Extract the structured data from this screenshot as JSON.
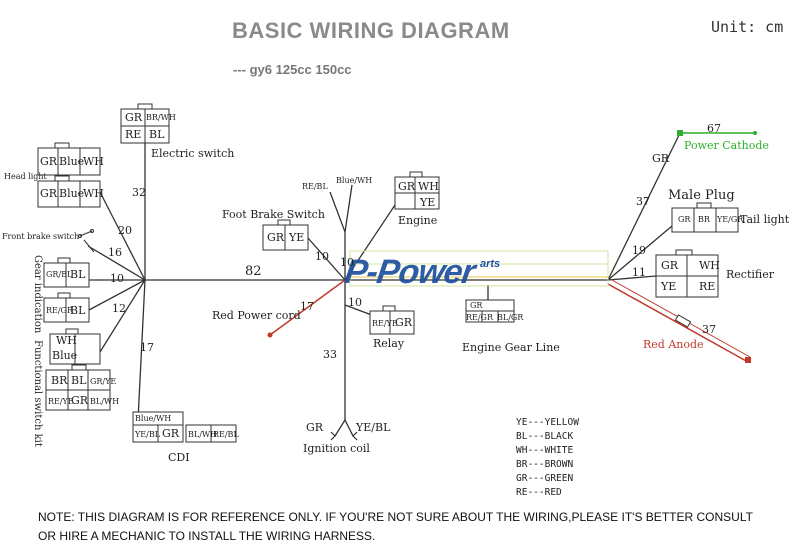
{
  "title": "BASIC WIRING DIAGRAM",
  "subtitle": "--- gy6 125cc 150cc",
  "unit": "Unit: cm",
  "note_line1": "NOTE:  THIS DIAGRAM IS FOR REFERENCE ONLY. IF YOU'RE NOT SURE ABOUT THE WIRING,PLEASE IT'S BETTER CONSULT",
  "note_line2": "OR HIRE A MECHANIC TO INSTALL THE WIRING HARNESS.",
  "watermark": "P-Power",
  "watermark_small": "arts",
  "components": {
    "electric_switch": "Electric switch",
    "head_light": "Head light",
    "front_brake_switch": "Front brake switch",
    "gear_indication": "Gear indication",
    "functional_switch_kit": "Functional switch kit",
    "cdi": "CDI",
    "foot_brake_switch": "Foot Brake Switch",
    "engine": "Engine",
    "red_power_cord": "Red Power cord",
    "relay": "Relay",
    "ignition_coil": "Ignition coil",
    "engine_gear_line": "Engine Gear Line",
    "power_cathode": "Power Cathode",
    "male_plug": "Male Plug",
    "tail_light": "Tail light",
    "rectifier": "Rectifier",
    "red_anode": "Red Anode"
  },
  "wire_lengths": {
    "electric_switch": "32",
    "head_light": "20",
    "front_brake": "16",
    "gear_indication": "10",
    "functional_switch": "12",
    "cdi": "17",
    "main": "82",
    "foot_brake": "10",
    "engine": "10",
    "red_power": "17",
    "relay": "10",
    "ignition": "33",
    "power_cathode": "67",
    "male_plug": "37",
    "tail_light": "19",
    "rectifier": "11",
    "red_anode": "37"
  },
  "pins": {
    "electric_switch": [
      "GR",
      "BR/WH",
      "RE",
      "BL"
    ],
    "head_light_1": [
      "GR",
      "Blue",
      "WH"
    ],
    "head_light_2": [
      "GR",
      "Blue",
      "WH"
    ],
    "gear_1": [
      "GR/BL",
      "BL"
    ],
    "gear_2": [
      "RE/GR",
      "BL"
    ],
    "func_1": [
      "WH",
      "Blue"
    ],
    "func_2": [
      "BR",
      "BL",
      "GR/YE",
      "RE/YE",
      "GR",
      "BL/WH"
    ],
    "cdi_1": [
      "Blue/WH",
      "YE/BL",
      "GR"
    ],
    "cdi_2": [
      "BL/WH",
      "RE/BL"
    ],
    "foot_brake": [
      "GR",
      "YE"
    ],
    "engine_wires": [
      "RE/BL",
      "Blue/WH"
    ],
    "engine": [
      "GR",
      "WH",
      "YE"
    ],
    "relay": [
      "RE/YE",
      "GR"
    ],
    "engine_gear": [
      "GR",
      "RE/GR",
      "BL/GR"
    ],
    "ignition": [
      "GR",
      "YE/BL"
    ],
    "power_cathode_wire": "GR",
    "tail_light": [
      "GR",
      "BR",
      "YE/GR"
    ],
    "rectifier": [
      "GR",
      "WH",
      "YE",
      "RE"
    ]
  },
  "legend": [
    "YE---YELLOW",
    "BL---BLACK",
    "WH---WHITE",
    "BR---BROWN",
    "GR---GREEN",
    "RE---RED"
  ],
  "colors": {
    "wire": "#333333",
    "cathode": "#2db02d",
    "anode": "#c0392b",
    "watermark": "#1d4f9e",
    "title": "#8a8a8a"
  }
}
